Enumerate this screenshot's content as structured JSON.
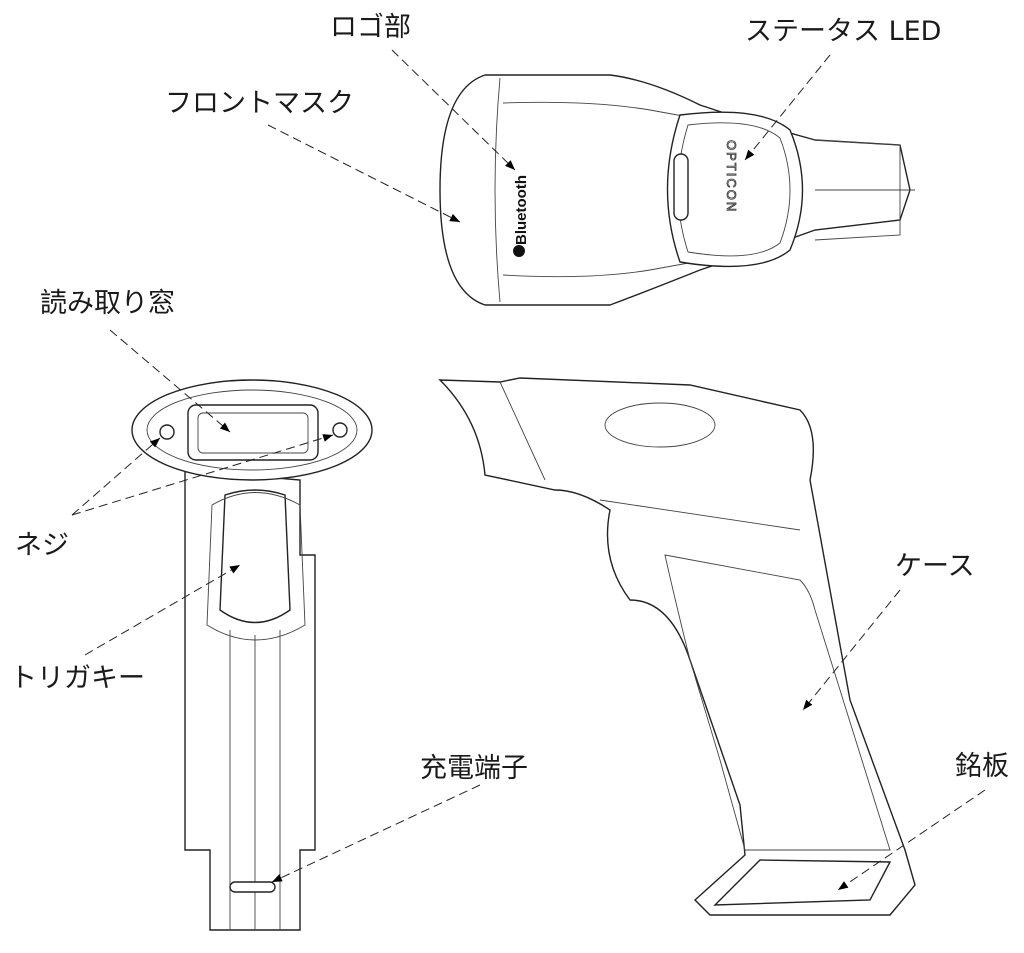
{
  "labels": {
    "logo": "ロゴ部",
    "status_led": "ステータス LED",
    "front_mask": "フロントマスク",
    "read_window": "読み取り窓",
    "screw": "ネジ",
    "trigger_key": "トリガキー",
    "charge_terminal": "充電端子",
    "case": "ケース",
    "nameplate": "銘板"
  },
  "device_text": {
    "bluetooth": "Bluetooth",
    "brand": "OPTICON"
  }
}
